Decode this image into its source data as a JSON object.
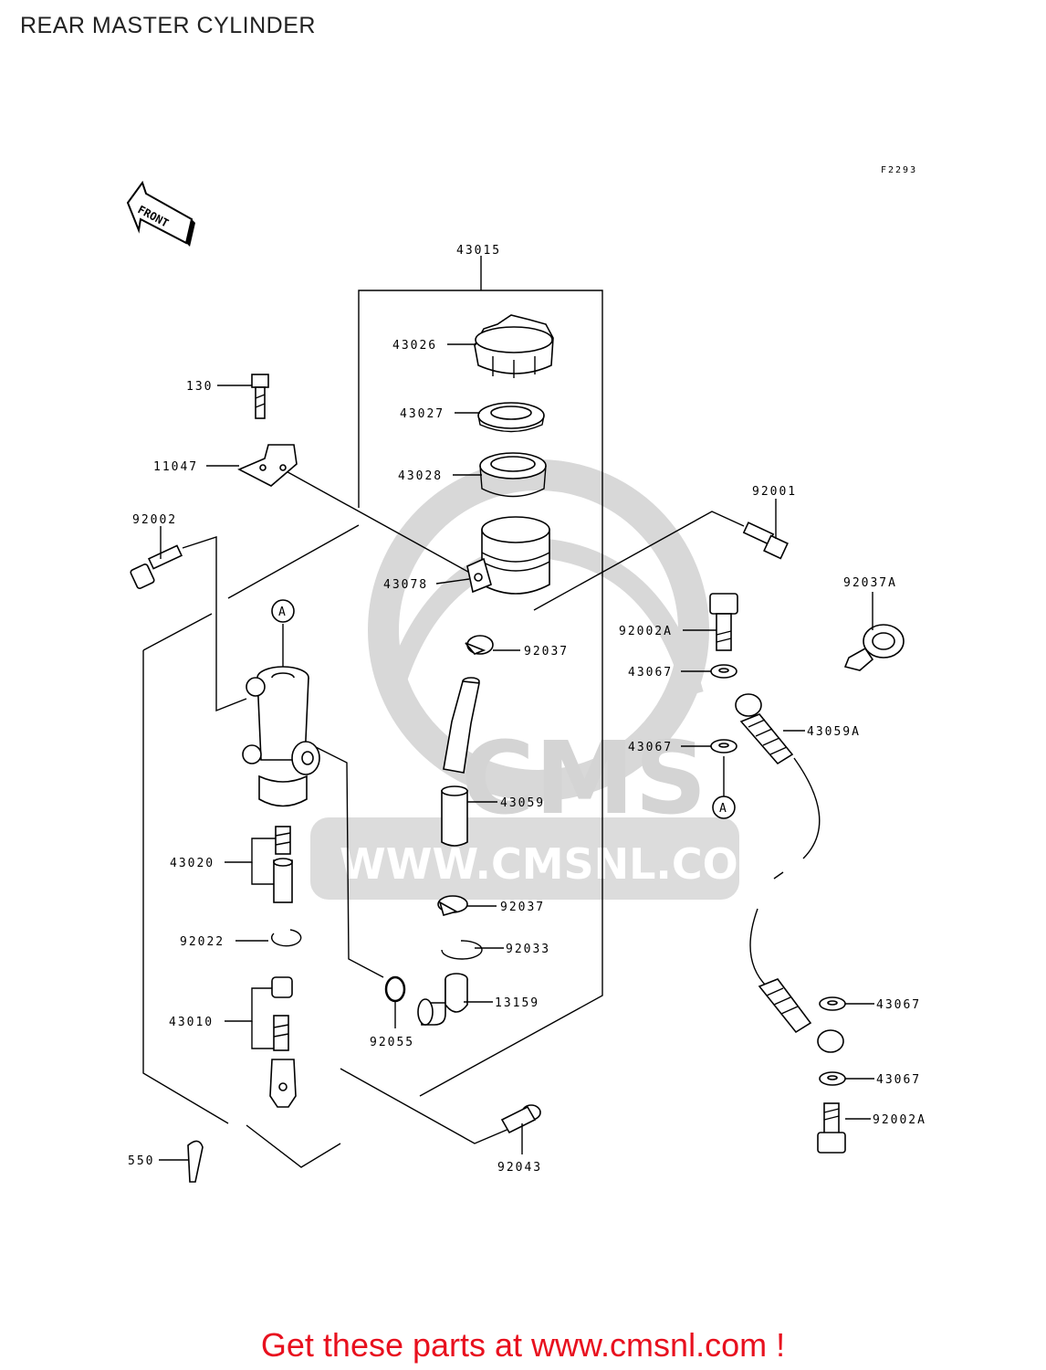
{
  "page": {
    "title": "REAR MASTER CYLINDER"
  },
  "figure_code": "F2293",
  "front_arrow_label": "FRONT",
  "reference_mark": "A",
  "watermark": {
    "text": "CMS",
    "url": "WWW.CMSNL.COM",
    "color": "#c8c8c8"
  },
  "parts": [
    {
      "id": "p43015",
      "label": "43015"
    },
    {
      "id": "p43026",
      "label": "43026"
    },
    {
      "id": "p43027",
      "label": "43027"
    },
    {
      "id": "p43028",
      "label": "43028"
    },
    {
      "id": "p43078",
      "label": "43078"
    },
    {
      "id": "p130",
      "label": "130"
    },
    {
      "id": "p11047",
      "label": "11047"
    },
    {
      "id": "p92002",
      "label": "92002"
    },
    {
      "id": "p92001",
      "label": "92001"
    },
    {
      "id": "p92037a",
      "label": "92037A"
    },
    {
      "id": "p92002a_top",
      "label": "92002A"
    },
    {
      "id": "p43067_1",
      "label": "43067"
    },
    {
      "id": "p43059a",
      "label": "43059A"
    },
    {
      "id": "p43067_2",
      "label": "43067"
    },
    {
      "id": "p92037_top",
      "label": "92037"
    },
    {
      "id": "p43059",
      "label": "43059"
    },
    {
      "id": "p43020",
      "label": "43020"
    },
    {
      "id": "p92037_low",
      "label": "92037"
    },
    {
      "id": "p92022",
      "label": "92022"
    },
    {
      "id": "p92033",
      "label": "92033"
    },
    {
      "id": "p43010",
      "label": "43010"
    },
    {
      "id": "p13159",
      "label": "13159"
    },
    {
      "id": "p92055",
      "label": "92055"
    },
    {
      "id": "p43067_3",
      "label": "43067"
    },
    {
      "id": "p43067_4",
      "label": "43067"
    },
    {
      "id": "p92002a_bot",
      "label": "92002A"
    },
    {
      "id": "p550",
      "label": "550"
    },
    {
      "id": "p92043",
      "label": "92043"
    }
  ],
  "cta": {
    "text": "Get these parts at www.cmsnl.com !",
    "color": "#e8101e"
  }
}
